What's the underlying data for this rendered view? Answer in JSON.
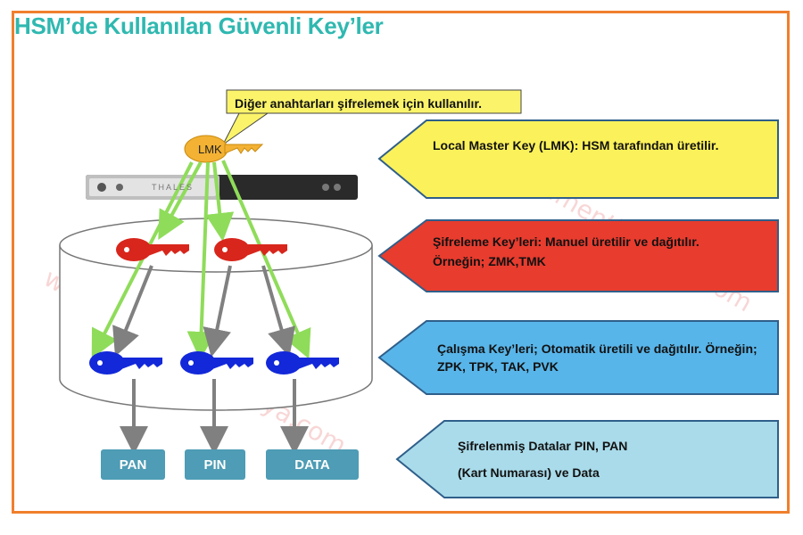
{
  "title": "HSM’de Kullanılan Güvenli Key’ler",
  "watermark": "www.ercumentkalkaya.com",
  "callout": "Diğer anahtarları şifrelemek için kullanılır.",
  "lmk_label": "LMK",
  "device_label": "THALES",
  "descriptions": [
    {
      "text": "Local Master Key (LMK): HSM tarafından üretilir.",
      "color": "#fbf15a"
    },
    {
      "text": "Şifreleme Key’leri: Manuel üretilir ve dağıtılır. Örneğin; ZMK,TMK",
      "color": "#e83c2e"
    },
    {
      "text": "Çalışma Key’leri; Otomatik üretili ve dağıtılır. Örneğin; ZPK, TPK, TAK, PVK",
      "color": "#58b5e9"
    },
    {
      "text_line1": "Şifrelenmiş Datalar PIN, PAN",
      "text_line2": "(Kart Numarası) ve Data",
      "color": "#a9dbea"
    }
  ],
  "outputs": [
    "PAN",
    "PIN",
    "DATA"
  ],
  "colors": {
    "frame": "#f07f2d",
    "title": "#2fb8b0",
    "lmk_key": "#f3b233",
    "encryption_key": "#d8261c",
    "working_key": "#1228d9",
    "green_arrow": "#8fdc5a",
    "gray_arrow": "#808080",
    "output_box": "#4e9cb5"
  }
}
